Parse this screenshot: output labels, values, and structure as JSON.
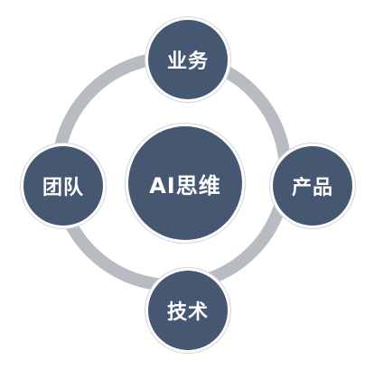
{
  "diagram": {
    "center": {
      "label": "AI思维"
    },
    "top": {
      "label": "业务"
    },
    "left": {
      "label": "团队"
    },
    "right": {
      "label": "产品"
    },
    "bottom": {
      "label": "技术"
    }
  },
  "colors": {
    "node_fill": "#465772",
    "ring": "#b8bbc1",
    "text": "#ffffff"
  }
}
